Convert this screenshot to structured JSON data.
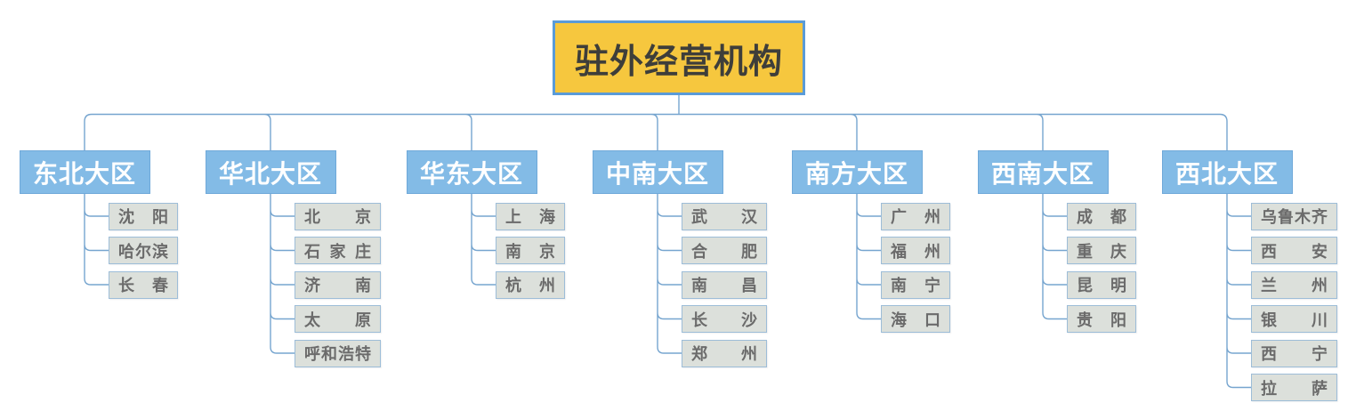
{
  "diagram": {
    "title": "驻外经营机构",
    "root": {
      "label": "驻外经营机构"
    },
    "regions": [
      {
        "label": "东北大区",
        "children": [
          "沈阳",
          "哈尔滨",
          "长春"
        ]
      },
      {
        "label": "华北大区",
        "children": [
          "北京",
          "石家庄",
          "济南",
          "太原",
          "呼和浩特"
        ]
      },
      {
        "label": "华东大区",
        "children": [
          "上海",
          "南京",
          "杭州"
        ]
      },
      {
        "label": "中南大区",
        "children": [
          "武汉",
          "合肥",
          "南昌",
          "长沙",
          "郑州"
        ]
      },
      {
        "label": "南方大区",
        "children": [
          "广州",
          "福州",
          "南宁",
          "海口"
        ]
      },
      {
        "label": "西南大区",
        "children": [
          "成都",
          "重庆",
          "昆明",
          "贵阳"
        ]
      },
      {
        "label": "西北大区",
        "children": [
          "乌鲁木齐",
          "西安",
          "兰州",
          "银川",
          "西宁",
          "拉萨"
        ]
      }
    ],
    "colors": {
      "root_fill": "#F6C73E",
      "root_border": "#5A9BD8",
      "root_text": "#3E3E3A",
      "region_fill": "#83BBE6",
      "region_border": "#6FA9D9",
      "region_text": "#FFFFFF",
      "city_fill": "#DCE0DB",
      "city_border": "#9DBDD8",
      "city_text": "#6B6B6B",
      "connector": "#76A5CF",
      "background": "#FFFFFF"
    }
  }
}
